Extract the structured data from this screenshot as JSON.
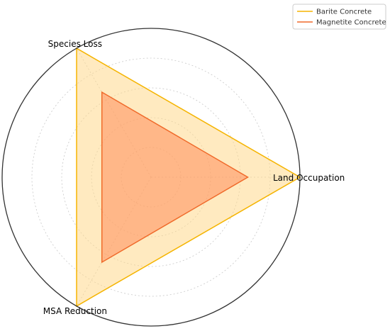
{
  "chart_data": {
    "type": "radar",
    "categories": [
      "Land Occupation",
      "Species Loss",
      "MSA Reduction"
    ],
    "series": [
      {
        "name": "Barite Concrete",
        "values": [
          1.0,
          1.0,
          1.0
        ],
        "color": "#f5b400",
        "fill_color": "#ffd98c",
        "fill_opacity": 0.55
      },
      {
        "name": "Magnetite Concrete",
        "values": [
          0.65,
          0.66,
          0.66
        ],
        "color": "#f06a2a",
        "fill_color": "#ff8c5a",
        "fill_opacity": 0.55
      }
    ],
    "rmax": 1.0,
    "ring_levels": [
      0.2,
      0.4,
      0.6,
      0.8
    ],
    "grid": true,
    "legend_position": "top-right"
  },
  "legend": {
    "entries": [
      "Barite Concrete",
      "Magnetite Concrete"
    ]
  }
}
